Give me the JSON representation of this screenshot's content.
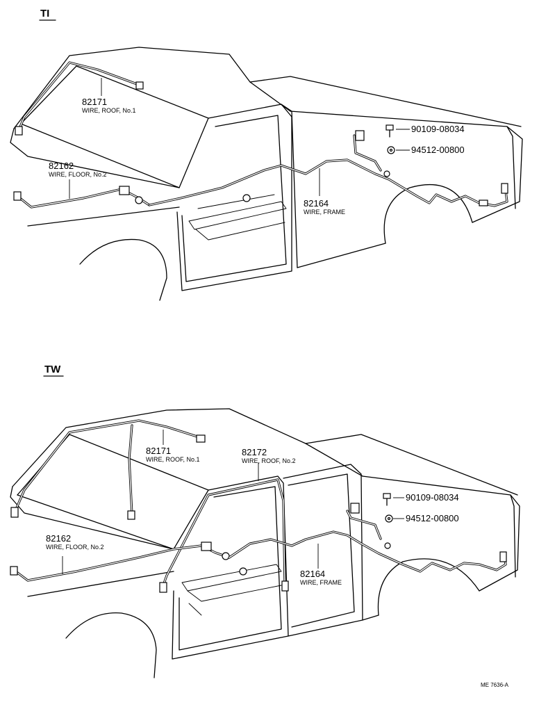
{
  "figure_ref": "ME 7636-A",
  "views": [
    {
      "id": "ti",
      "header": "TI",
      "callouts": [
        {
          "part_no": "82171",
          "name": "WIRE, ROOF, No.1"
        },
        {
          "part_no": "82162",
          "name": "WIRE, FLOOR, No.2"
        },
        {
          "part_no": "82164",
          "name": "WIRE, FRAME"
        },
        {
          "part_no": "90109-08034",
          "name": ""
        },
        {
          "part_no": "94512-00800",
          "name": ""
        }
      ]
    },
    {
      "id": "tw",
      "header": "TW",
      "callouts": [
        {
          "part_no": "82171",
          "name": "WIRE, ROOF, No.1"
        },
        {
          "part_no": "82172",
          "name": "WIRE, ROOF, No.2"
        },
        {
          "part_no": "82162",
          "name": "WIRE, FLOOR, No.2"
        },
        {
          "part_no": "82164",
          "name": "WIRE, FRAME"
        },
        {
          "part_no": "90109-08034",
          "name": ""
        },
        {
          "part_no": "94512-00800",
          "name": ""
        }
      ]
    }
  ]
}
